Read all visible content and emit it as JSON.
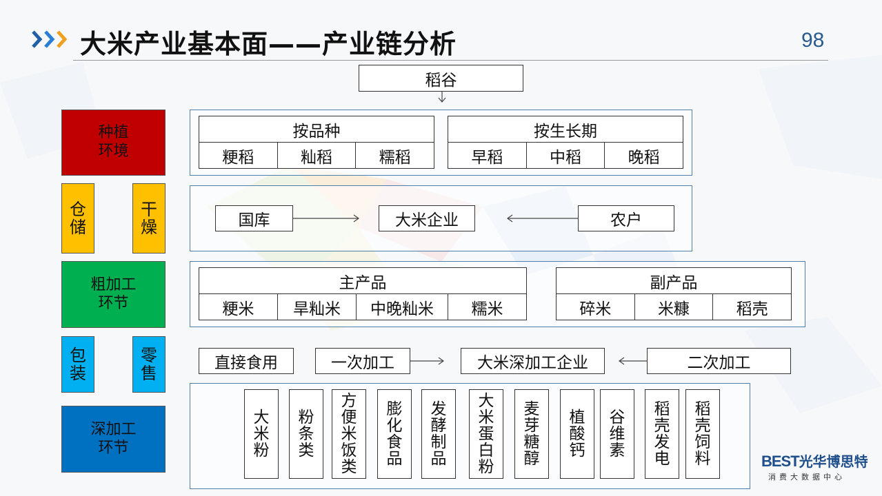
{
  "header": {
    "title": "大米产业基本面——产业链分析",
    "page_number": "98"
  },
  "top_node": "稻谷",
  "side_labels": {
    "planting": "种植环境",
    "storage": "仓储",
    "drying": "干燥",
    "rough_processing": "粗加工环节",
    "packaging": "包装",
    "retail": "零售",
    "deep_processing": "深加工环节"
  },
  "by_variety": {
    "title": "按品种",
    "items": [
      "粳稻",
      "籼稻",
      "糯稻"
    ]
  },
  "by_growth_period": {
    "title": "按生长期",
    "items": [
      "早稻",
      "中稻",
      "晚稻"
    ]
  },
  "storage_flow": {
    "left": "国库",
    "center": "大米企业",
    "right": "农户"
  },
  "main_products": {
    "title": "主产品",
    "items": [
      "粳米",
      "旱籼米",
      "中晚籼米",
      "糯米"
    ]
  },
  "by_products": {
    "title": "副产品",
    "items": [
      "碎米",
      "米糠",
      "稻壳"
    ]
  },
  "processing_flow": {
    "direct": "直接食用",
    "primary": "一次加工",
    "enterprise": "大米深加工企业",
    "secondary": "二次加工"
  },
  "deep_products": [
    "大米粉",
    "粉条类",
    "方便米饭类",
    "膨化食品",
    "发酵制品",
    "大米蛋白粉",
    "麦芽糖醇",
    "植酸钙",
    "谷维素",
    "稻壳发电",
    "稻壳饲料"
  ],
  "logo": {
    "brand": "光华博思特",
    "brand_prefix": "BEST",
    "subtitle": "消费大数据中心"
  },
  "colors": {
    "red": "#c00000",
    "orange": "#ffc000",
    "green": "#00b050",
    "sky": "#00b0f0",
    "blue": "#0070c0",
    "panel_border": "#4f7fa8"
  }
}
